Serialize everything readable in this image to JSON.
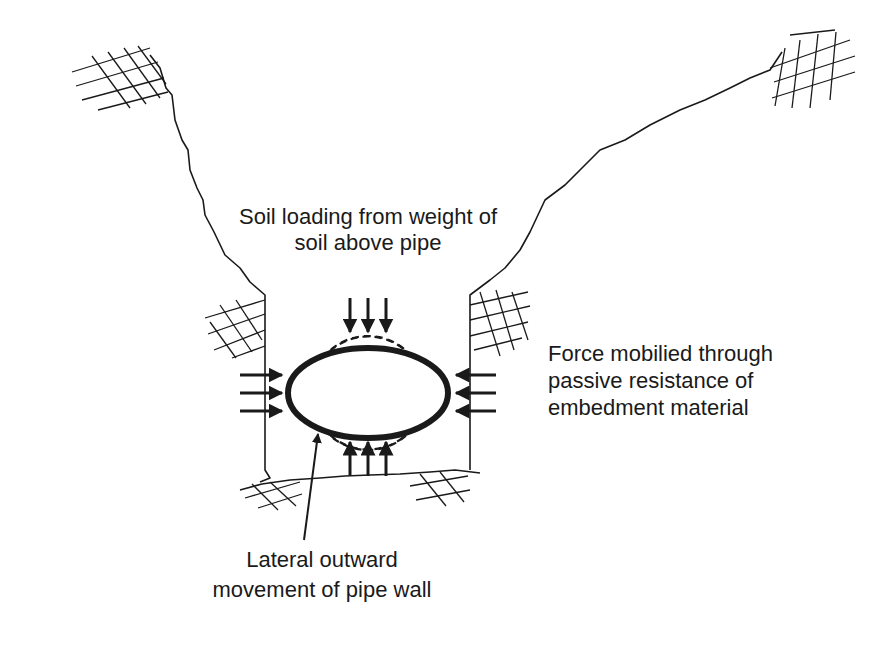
{
  "diagram": {
    "labels": [
      "Soil loading from weight of soil above pipe",
      "Force mobilied through passive resistance of embedment material",
      "Lateral outward movement of pipe wall"
    ]
  }
}
